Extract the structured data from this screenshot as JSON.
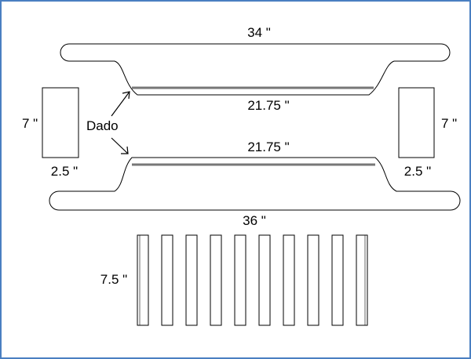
{
  "labels": {
    "top_length": "34 \"",
    "bottom_length": "36 \"",
    "top_inner_length": "21.75 \"",
    "bottom_inner_length": "21.75 \"",
    "left_height": "7 \"",
    "right_height": "7 \"",
    "left_width": "2.5 \"",
    "right_width": "2.5 \"",
    "dado": "Dado",
    "slat_height": "7.5 \""
  },
  "slats": {
    "count": 10
  },
  "colors": {
    "border": "#4a7fc1",
    "dado": "#777777"
  }
}
